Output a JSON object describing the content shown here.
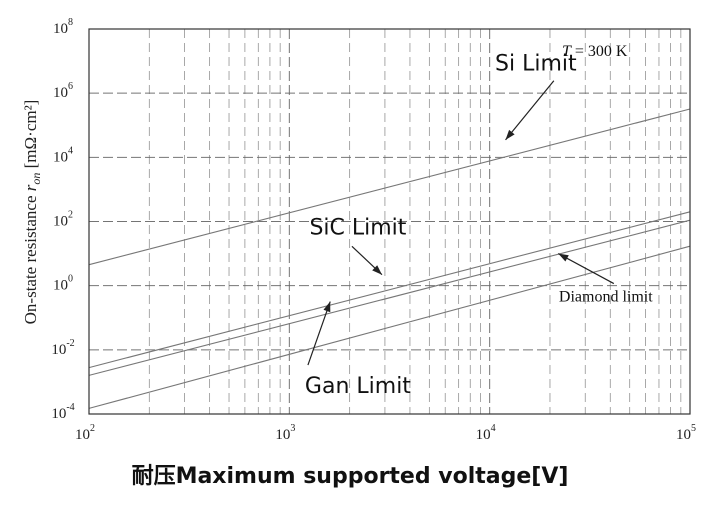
{
  "chart_data": {
    "type": "line",
    "xscale": "log",
    "yscale": "log",
    "xlim": [
      100,
      100000
    ],
    "ylim": [
      0.0001,
      100000000
    ],
    "xlabel": "耐压Maximum supported voltage[V]",
    "ylabel": {
      "prefix": "On-state resistance ",
      "symbol": "r",
      "subscript": "on",
      "unit": " [mΩ·cm²]"
    },
    "x_ticks": [
      {
        "value": 100,
        "base": "10",
        "exp": "2"
      },
      {
        "value": 1000,
        "base": "10",
        "exp": "3"
      },
      {
        "value": 10000,
        "base": "10",
        "exp": "4"
      },
      {
        "value": 100000,
        "base": "10",
        "exp": "5"
      }
    ],
    "y_ticks": [
      {
        "value": 0.0001,
        "base": "10",
        "exp": "-4"
      },
      {
        "value": 0.01,
        "base": "10",
        "exp": "-2"
      },
      {
        "value": 1,
        "base": "10",
        "exp": "0"
      },
      {
        "value": 100,
        "base": "10",
        "exp": "2"
      },
      {
        "value": 10000,
        "base": "10",
        "exp": "4"
      },
      {
        "value": 1000000,
        "base": "10",
        "exp": "6"
      },
      {
        "value": 100000000,
        "base": "10",
        "exp": "8"
      }
    ],
    "grid": true,
    "series": [
      {
        "name": "Si Limit",
        "x": [
          100,
          100000
        ],
        "y": [
          4.5,
          320000
        ]
      },
      {
        "name": "SiC Limit",
        "x": [
          100,
          100000
        ],
        "y": [
          0.0028,
          200
        ]
      },
      {
        "name": "",
        "x": [
          100,
          100000
        ],
        "y": [
          0.0016,
          110
        ]
      },
      {
        "name": "Gan Limit",
        "x": [
          100,
          100000
        ],
        "y": [
          0.00015,
          17
        ]
      }
    ],
    "annotations": [
      {
        "text": "Si Limit",
        "x": 17000,
        "y": 5000000,
        "arrow_to": [
          12000,
          35000
        ]
      },
      {
        "text": "SiC Limit",
        "x": 2200,
        "y": 40,
        "arrow_to": [
          2900,
          2.2
        ]
      },
      {
        "text": "Gan Limit",
        "x": 2200,
        "y": 0.00045,
        "arrow_to": [
          1600,
          0.32
        ]
      },
      {
        "text": "Diamond  limit",
        "x": 38000,
        "y": 0.32,
        "arrow_to": [
          22000,
          10
        ]
      }
    ],
    "temperature_note": {
      "symbol": "T",
      "rest": " = 300 K"
    },
    "colors": {
      "line": "#777777",
      "grid": "#666666",
      "axis": "#333333",
      "text": "#111111"
    }
  }
}
